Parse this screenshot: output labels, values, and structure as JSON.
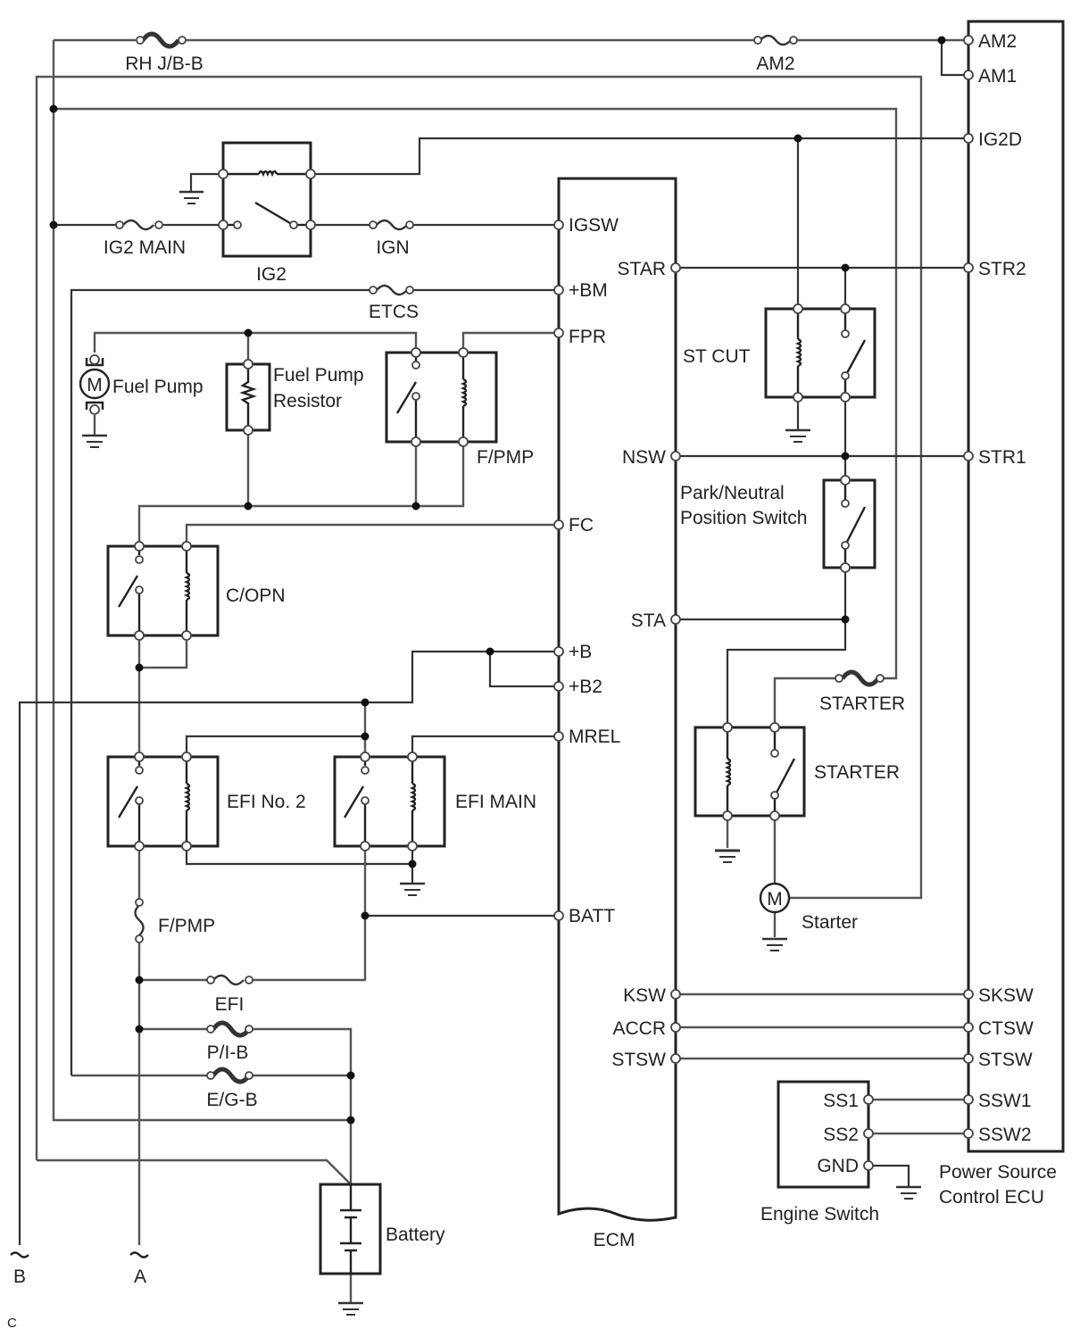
{
  "diagram": {
    "title": "Engine start / power supply circuit",
    "corner_mark": "C",
    "components": {
      "ecm": "ECM",
      "power_source_ecu": [
        "Power Source",
        "Control ECU"
      ],
      "engine_switch": "Engine Switch",
      "battery": "Battery",
      "fuel_pump": "Fuel Pump",
      "fuel_pump_resistor": [
        "Fuel Pump",
        "Resistor"
      ],
      "starter_motor": "Starter",
      "park_neutral_switch": [
        "Park/Neutral",
        "Position Switch"
      ]
    },
    "relays": {
      "ig2": "IG2",
      "fpmp": "F/PMP",
      "copn": "C/OPN",
      "efi_no2": "EFI No. 2",
      "efi_main": "EFI MAIN",
      "st_cut": "ST CUT",
      "starter": "STARTER"
    },
    "fuses": {
      "rh_jb_b": "RH J/B-B",
      "am2": "AM2",
      "ig2_main": "IG2 MAIN",
      "ign": "IGN",
      "etcs": "ETCS",
      "starter": "STARTER",
      "fpmp": "F/PMP",
      "efi": "EFI",
      "pi_b": "P/I-B",
      "eg_b": "E/G-B"
    },
    "ecm_pins": {
      "igsw": "IGSW",
      "bm": "+BM",
      "fpr": "FPR",
      "fc": "FC",
      "b": "+B",
      "b2": "+B2",
      "mrel": "MREL",
      "batt": "BATT",
      "star": "STAR",
      "nsw": "NSW",
      "sta": "STA",
      "ksw": "KSW",
      "accr": "ACCR",
      "stsw": "STSW"
    },
    "psecu_pins": {
      "am2": "AM2",
      "am1": "AM1",
      "ig2d": "IG2D",
      "str2": "STR2",
      "str1": "STR1",
      "sksw": "SKSW",
      "ctsw": "CTSW",
      "stsw": "STSW",
      "ssw1": "SSW1",
      "ssw2": "SSW2"
    },
    "engine_switch_pins": {
      "ss1": "SS1",
      "ss2": "SS2",
      "gnd": "GND"
    },
    "off_page_connectors": {
      "a": "A",
      "b": "B"
    },
    "motor_symbol": "M"
  }
}
